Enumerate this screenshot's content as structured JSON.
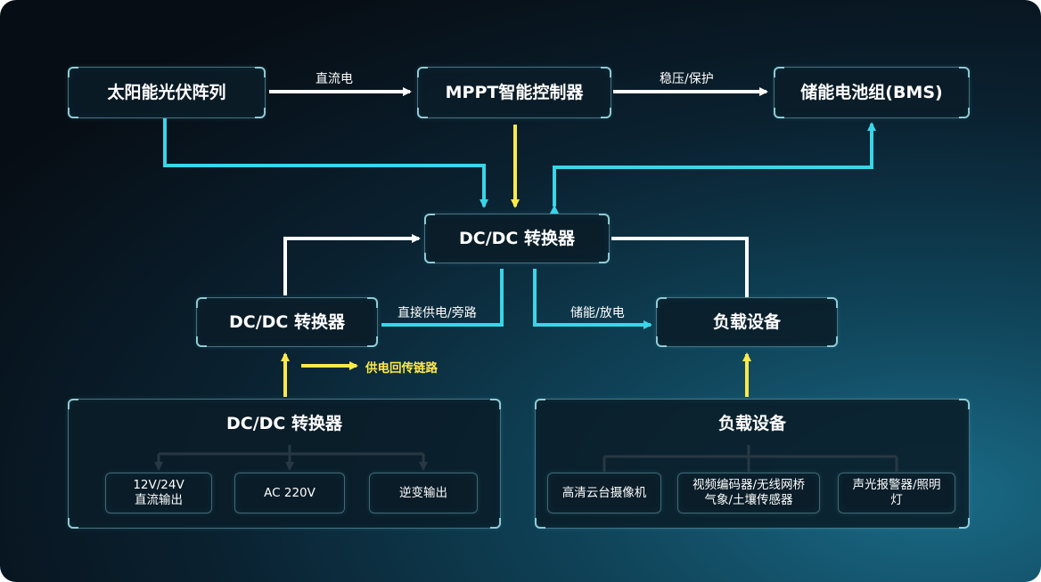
{
  "nodes": {
    "solar": "太阳能光伏阵列",
    "mppt": "MPPT智能控制器",
    "battery": "储能电池组(BMS)",
    "dcdc_center": "DC/DC 转换器",
    "dcdc_left": "DC/DC 转换器",
    "load_right": "负载设备",
    "panel_left_title": "DC/DC 转换器",
    "out_12v_line1": "12V/24V",
    "out_12v_line2": "直流输出",
    "out_ac": "AC 220V",
    "out_inverter": "逆变输出",
    "panel_right_title": "负载设备",
    "camera": "高清云台摄像机",
    "video_line1": "视频编码器/无线网桥",
    "video_line2": "气象/土壤传感器",
    "alarm_line1": "声光报警器/照明",
    "alarm_line2": "灯"
  },
  "edge_labels": {
    "solar_to_mppt": "直流电",
    "mppt_to_battery": "稳压/保护",
    "direct_supply": "直接供电/旁路",
    "store_discharge": "储能/放电",
    "return_link": "供电回传链路"
  },
  "colors": {
    "white_arrow": "#ffffff",
    "cyan_arrow": "#38d6e8",
    "yellow_arrow": "#ffe94a"
  }
}
